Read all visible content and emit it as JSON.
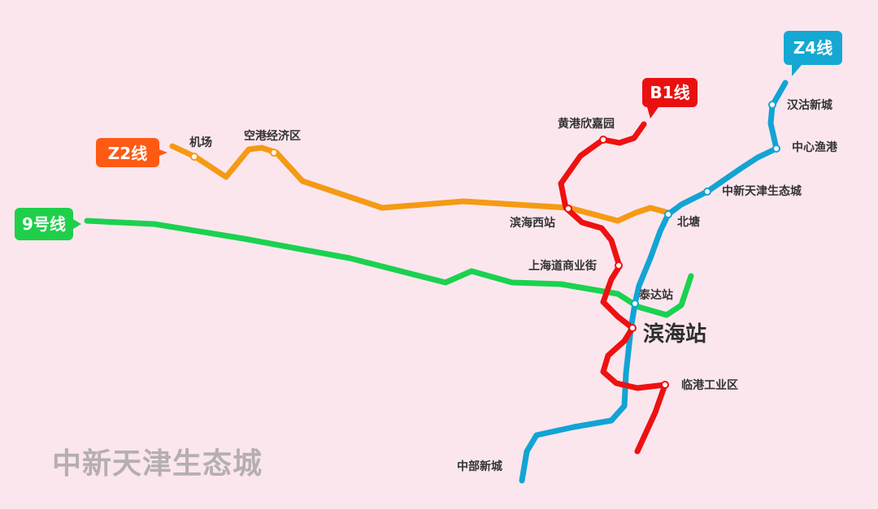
{
  "colors": {
    "line_9": "#1ad24f",
    "line_z2": "#f59a14",
    "line_b1": "#ee1111",
    "line_z4": "#12a4d4",
    "badge_z2": "#ff5a14",
    "badge_b1": "#ea1010",
    "badge_z4": "#15a8d2",
    "badge_9": "#1fcf4a",
    "background": "#fbe6ee",
    "watermark": "#b5aeb2"
  },
  "lines": {
    "line_9": {
      "name": "9号线"
    },
    "z2": {
      "name": "Z2线"
    },
    "b1": {
      "name": "B1线"
    },
    "z4": {
      "name": "Z4线"
    }
  },
  "stations": {
    "airport": "机场",
    "airport_econ_zone": "空港经济区",
    "huanggang_xinjiayuan": "黄港欣嘉园",
    "binhai_west": "滨海西站",
    "shanghai_rd_commercial": "上海道商业街",
    "taida": "泰达站",
    "binhai": "滨海站",
    "lingang_industrial": "临港工业区",
    "zhongbu_new_city": "中部新城",
    "hangu_new_city": "汉沽新城",
    "zhongxin_fishing_port": "中心渔港",
    "sino_singapore_eco_city": "中新天津生态城",
    "beitang": "北塘"
  },
  "watermark_text": "中新天津生态城",
  "icons": {
    "station_marker": "circle-station-icon",
    "line_badge": "callout-badge-icon"
  }
}
